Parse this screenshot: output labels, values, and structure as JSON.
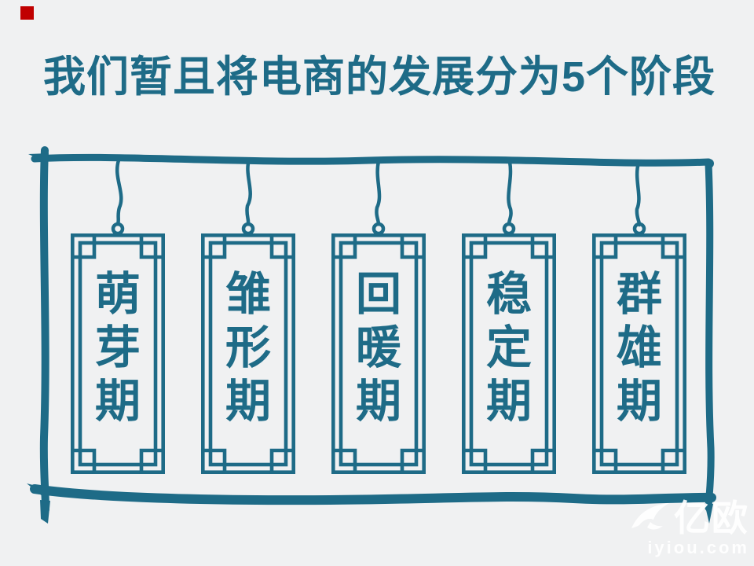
{
  "slide": {
    "background_color": "#f0f1f2",
    "accent_color": "#1e6b87",
    "logo_square_color": "#c00000"
  },
  "title": {
    "text": "我们暂且将电商的发展分为5个阶段"
  },
  "diagram": {
    "frame_style": "hand-drawn brush rectangle with five hanging plaques",
    "stages": [
      {
        "label": "萌芽期"
      },
      {
        "label": "雏形期"
      },
      {
        "label": "回暖期"
      },
      {
        "label": "稳定期"
      },
      {
        "label": "群雄期"
      }
    ]
  },
  "watermark": {
    "icon": "swallow-bird",
    "brand": "亿欧",
    "domain": "iyiou.com"
  }
}
